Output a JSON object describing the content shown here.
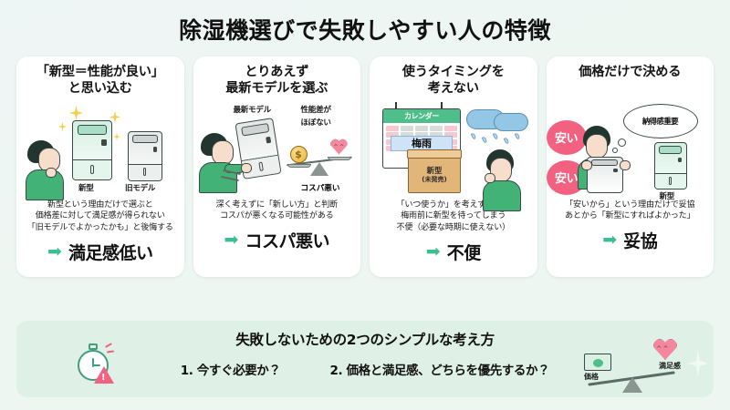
{
  "page": {
    "title": "除湿機選びで失敗しやすい人の特徴",
    "accent_green": "#3cbf90",
    "accent_pink": "#f2617f",
    "background": "#eef5f4",
    "card_background": "#ffffff",
    "banner_background": "#dff0e6"
  },
  "cards": [
    {
      "title_line1": "「新型＝性能が良い」",
      "title_line2": "と思い込む",
      "illustration": {
        "label_new": "新型",
        "label_old": "旧モデル"
      },
      "body_line1": "新型という理由だけで選ぶと",
      "body_line2": "価格差に対して満足感が得られない",
      "body_line3": "「旧モデルでよかったかも」と後悔する",
      "conclusion_arrow": "➡",
      "conclusion": "満足感低い"
    },
    {
      "title_line1": "とりあえず",
      "title_line2": "最新モデルを選ぶ",
      "illustration": {
        "label_latest": "最新モデル",
        "label_diff_line1": "性能差が",
        "label_diff_line2": "ほぼない",
        "label_scale": "コスパ悪い",
        "coin_symbol": "$"
      },
      "body_line1": "深く考えずに「新しい方」と判断",
      "body_line2": "コスパが悪くなる可能性がある",
      "body_line3": "",
      "conclusion_arrow": "➡",
      "conclusion": "コスパ悪い"
    },
    {
      "title_line1": "使うタイミングを",
      "title_line2": "考えない",
      "illustration": {
        "calendar_header": "カレンダー",
        "calendar_event": "梅雨",
        "box_line1": "新型",
        "box_line2": "(未発売)"
      },
      "body_line1": "「いつ使うか」を考えずに選ぶ",
      "body_line2": "梅雨前に新型を待ってしまう",
      "body_line3": "不便（必要な時期に使えない）",
      "conclusion_arrow": "➡",
      "conclusion": "不便"
    },
    {
      "title_line1": "価格だけで決める",
      "title_line2": "",
      "illustration": {
        "bubble1": "安い",
        "bubble2": "安い",
        "thought": "納得感重要",
        "label_new": "新型"
      },
      "body_line1": "「安いから」という理由だけで妥協",
      "body_line2": "あとから「新型にすればよかった」",
      "body_line3": "",
      "conclusion_arrow": "➡",
      "conclusion": "妥協"
    }
  ],
  "banner": {
    "title": "失敗しないための2つのシンプルな考え方",
    "item1": "1. 今すぐ必要か？",
    "item2": "2. 価格と満足感、どちらを優先するか？",
    "alert_symbol": "!",
    "scale_label_price": "価格",
    "scale_label_satisfaction": "満足感"
  }
}
